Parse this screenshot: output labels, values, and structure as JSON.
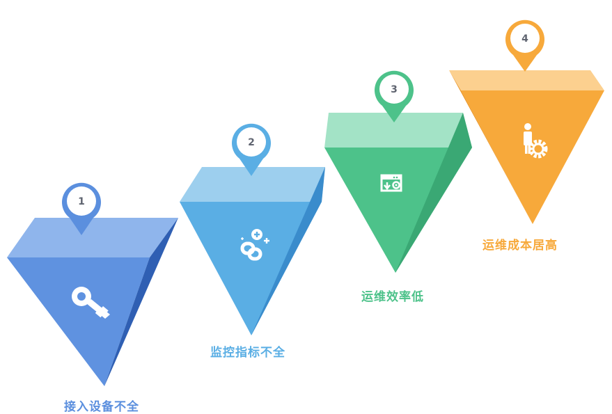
{
  "steps": [
    {
      "number": "1",
      "label": "接入设备不全",
      "color": "#5b8fde",
      "icon": "key-icon"
    },
    {
      "number": "2",
      "label": "监控指标不全",
      "color": "#5aaee4",
      "icon": "link-add-icon"
    },
    {
      "number": "3",
      "label": "运维效率低",
      "color": "#4dc28a",
      "icon": "window-settings-icon"
    },
    {
      "number": "4",
      "label": "运维成本居高",
      "color": "#f7a93b",
      "icon": "person-gear-icon"
    }
  ]
}
